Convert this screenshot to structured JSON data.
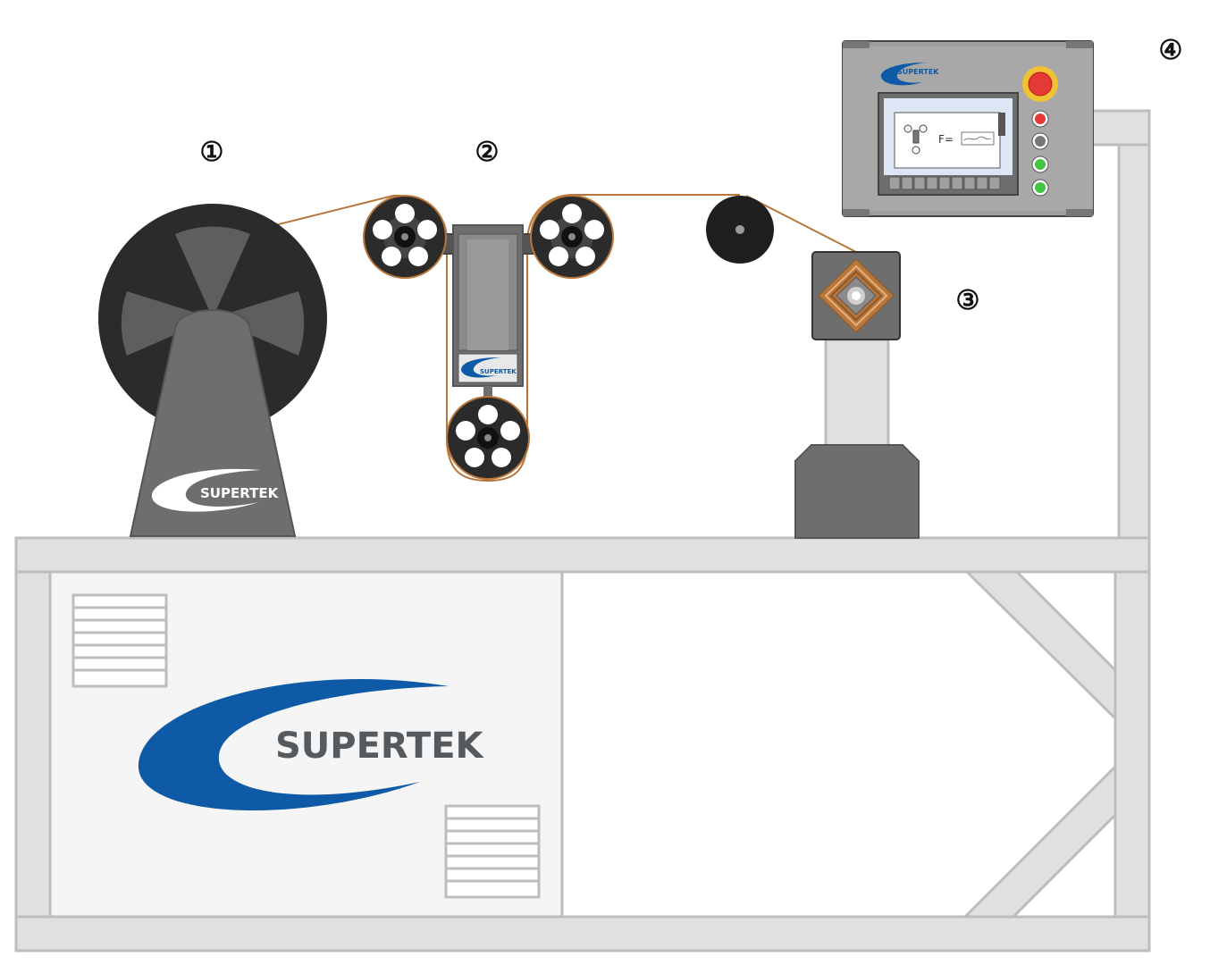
{
  "labels": {
    "station_1": "①",
    "station_2": "②",
    "station_3": "③",
    "station_4": "④"
  },
  "branding": {
    "name": "SUPERTEK"
  },
  "hmi": {
    "force_readout": "F="
  },
  "colors": {
    "frame": "#e0e0e0",
    "frame_stroke": "#bdbdbd",
    "dark": "#2b2b2b",
    "gray": "#6e6e6e",
    "wire": "#b8763a",
    "brand_blue": "#0e5aa7",
    "estop_red": "#e53935",
    "lamp_green": "#43c443"
  }
}
